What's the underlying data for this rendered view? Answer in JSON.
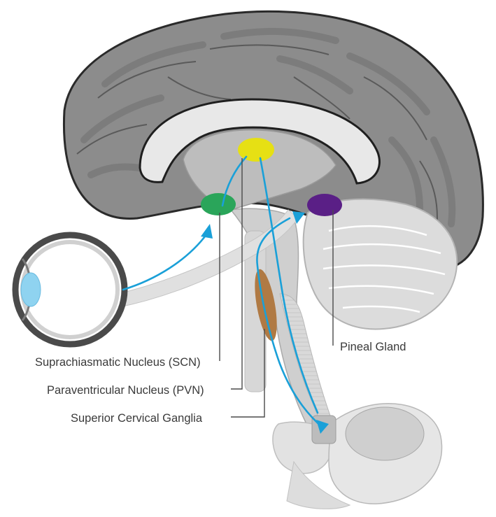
{
  "labels": {
    "scn": "Suprachiasmatic Nucleus (SCN)",
    "pvn": "Paraventricular Nucleus (PVN)",
    "scg": "Superior Cervical Ganglia",
    "pineal": "Pineal Gland"
  },
  "colors": {
    "scn": "#2aa55a",
    "pvn": "#e6e014",
    "pineal": "#5a1f86",
    "scg": "#b07a44",
    "pathway": "#1aa0d8",
    "lens": "#8fd3f0"
  }
}
